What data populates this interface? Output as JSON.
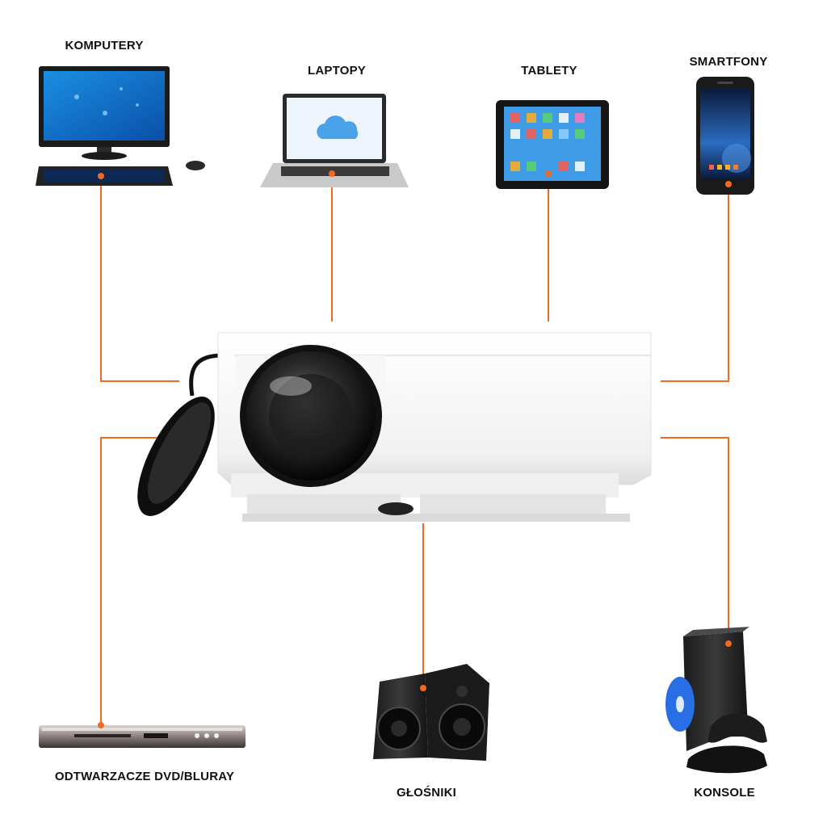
{
  "labels": {
    "komputery": "KOMPUTERY",
    "laptopy": "LAPTOPY",
    "tablety": "TABLETY",
    "smartfony": "SMARTFONY",
    "dvd": "ODTWARZACZE DVD/BLURAY",
    "glosniki": "GŁOŚNIKI",
    "konsole": "KONSOLE"
  },
  "icons": {
    "center": "projector-icon",
    "komputery": "desktop-computer-icon",
    "laptopy": "laptop-icon",
    "tablety": "tablet-icon",
    "smartfony": "smartphone-icon",
    "dvd": "dvd-player-icon",
    "glosniki": "speakers-icon",
    "konsole": "game-console-icon"
  },
  "colors": {
    "connector": "#f26a21",
    "label": "#111111"
  }
}
